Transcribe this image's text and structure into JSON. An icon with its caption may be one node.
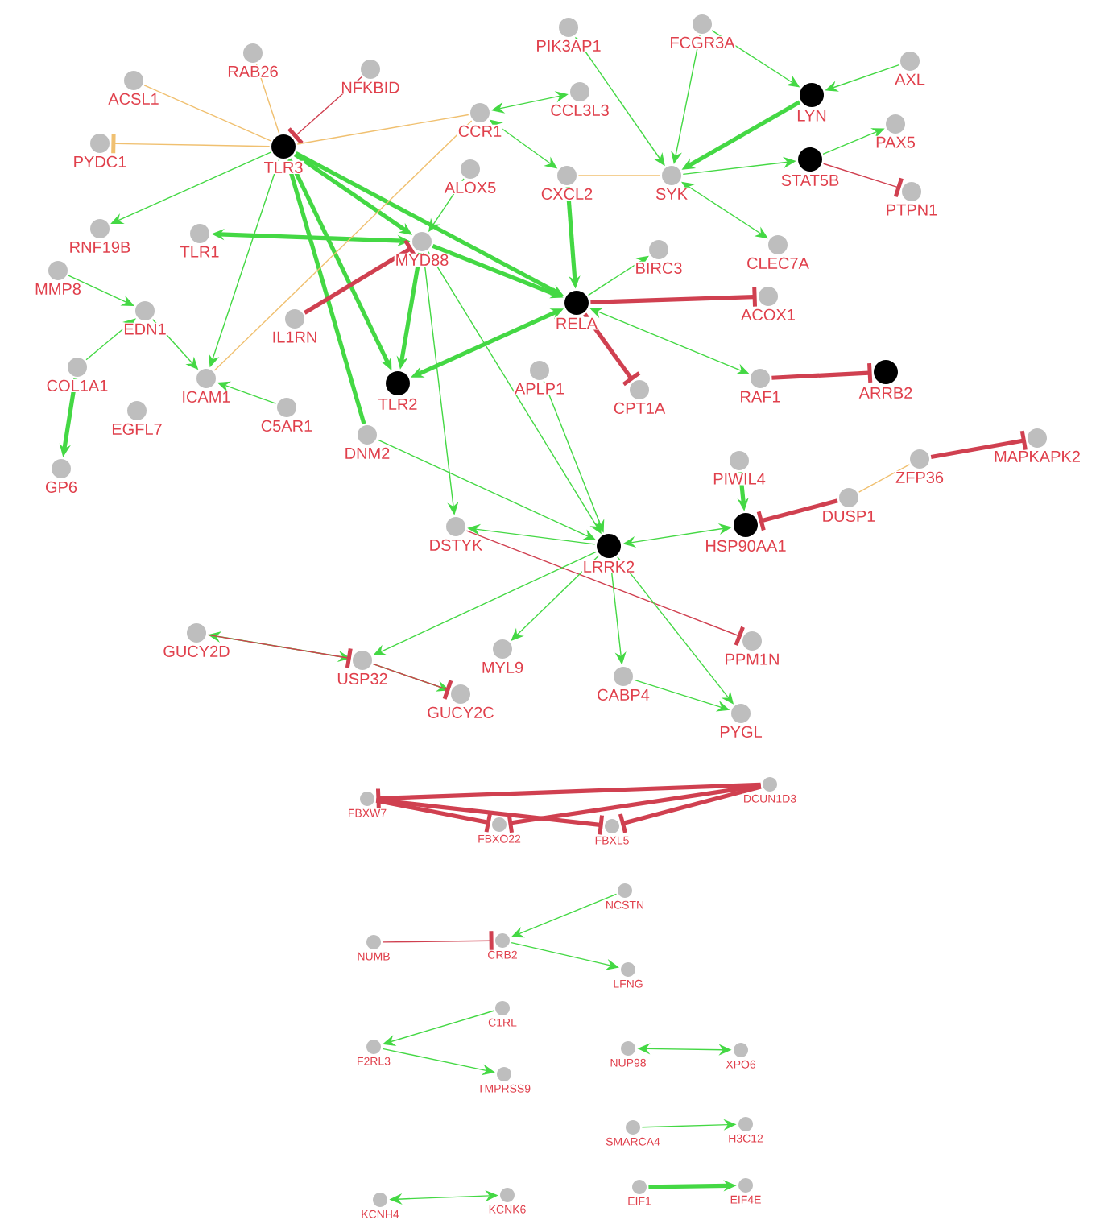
{
  "diagram": {
    "nodes": [
      {
        "text": [
          "ACSL1"
        ]
      },
      {
        "text": [
          "RAB26"
        ]
      },
      {
        "text": [
          "NFKBID"
        ]
      },
      {
        "text": [
          "PYDC1"
        ]
      },
      {
        "text": [
          "TLR3"
        ]
      },
      {
        "text": [
          "CCR1"
        ]
      },
      {
        "text": [
          "ALOX5"
        ]
      },
      {
        "text": [
          "RNF19B"
        ]
      },
      {
        "text": [
          "TLR1"
        ]
      },
      {
        "text": [
          "MYD88"
        ]
      },
      {
        "text": [
          "MMP8"
        ]
      },
      {
        "text": [
          "EDN1"
        ]
      },
      {
        "text": [
          "IL1RN"
        ]
      },
      {
        "text": [
          "TLR2"
        ]
      },
      {
        "text": [
          "COL1A1"
        ]
      },
      {
        "text": [
          "ICAM1"
        ]
      },
      {
        "text": [
          "APLP1"
        ]
      },
      {
        "text": [
          "EGFL7"
        ]
      },
      {
        "text": [
          "C5AR1"
        ]
      },
      {
        "text": [
          "DNM2"
        ]
      },
      {
        "text": [
          "GP6"
        ]
      },
      {
        "text": [
          "PIK3AP1"
        ]
      },
      {
        "text": [
          "FCGR3A"
        ]
      },
      {
        "text": [
          "CCL3L3"
        ]
      },
      {
        "text": [
          "LYN"
        ]
      },
      {
        "text": [
          "AXL"
        ]
      },
      {
        "text": [
          "CXCL2"
        ]
      },
      {
        "text": [
          "SYK"
        ]
      },
      {
        "text": [
          "STAT5B"
        ]
      },
      {
        "text": [
          "PAX5"
        ]
      },
      {
        "text": [
          "PTPN1"
        ]
      },
      {
        "text": [
          "CLEC7A"
        ]
      },
      {
        "text": [
          "BIRC3"
        ]
      },
      {
        "text": [
          "RELA"
        ]
      },
      {
        "text": [
          "ACOX1"
        ]
      },
      {
        "text": [
          "CPT1A"
        ]
      },
      {
        "text": [
          "RAF1"
        ]
      },
      {
        "text": [
          "ARRB2"
        ]
      },
      {
        "text": [
          "PIWIL4"
        ]
      },
      {
        "text": [
          "ZFP36"
        ]
      },
      {
        "text": [
          "MAPKAPK2"
        ]
      },
      {
        "text": [
          "DSTYK"
        ]
      },
      {
        "text": [
          "LRRK2"
        ]
      },
      {
        "text": [
          "HSP90AA1"
        ]
      },
      {
        "text": [
          "DUSP1"
        ]
      },
      {
        "text": [
          "GUCY2D"
        ]
      },
      {
        "text": [
          "USP32"
        ]
      },
      {
        "text": [
          "MYL9"
        ]
      },
      {
        "text": [
          "GUCY2C"
        ]
      },
      {
        "text": [
          "CABP4"
        ]
      },
      {
        "text": [
          "PPM1N"
        ]
      },
      {
        "text": [
          "PYGL"
        ]
      },
      {
        "text": [
          "FBXW7"
        ]
      },
      {
        "text": [
          "FBXO22"
        ]
      },
      {
        "text": [
          "FBXL5"
        ]
      },
      {
        "text": [
          "DCUN1D3"
        ]
      },
      {
        "text": [
          "NCSTN"
        ]
      },
      {
        "text": [
          "NUMB"
        ]
      },
      {
        "text": [
          "CRB2"
        ]
      },
      {
        "text": [
          "LFNG"
        ]
      },
      {
        "text": [
          "C1RL"
        ]
      },
      {
        "text": [
          "F2RL3"
        ]
      },
      {
        "text": [
          "TMPRSS9"
        ]
      },
      {
        "text": [
          "NUP98"
        ]
      },
      {
        "text": [
          "XPO6"
        ]
      },
      {
        "text": [
          "SMARCA4"
        ]
      },
      {
        "text": [
          "H3C12"
        ]
      },
      {
        "text": [
          "KCNH4"
        ]
      },
      {
        "text": [
          "KCNK6"
        ]
      },
      {
        "text": [
          "EIF1"
        ]
      },
      {
        "text": [
          "EIF4E"
        ]
      }
    ],
    "edges": [
      {
        "from": 4,
        "to": 0,
        "arrow": "none",
        "color": "#f0c070"
      },
      {
        "from": 4,
        "to": 1,
        "arrow": "none",
        "color": "#f0c070"
      },
      {
        "from": 2,
        "to": 4,
        "arrow": "other",
        "color": "#d04050"
      },
      {
        "from": 4,
        "to": 3,
        "arrow": "other",
        "color": "#f0c070"
      },
      {
        "from": 4,
        "to": 7,
        "arrow": "to"
      },
      {
        "from": 4,
        "to": 5,
        "arrow": "none",
        "color": "#f0c070"
      },
      {
        "from": 5,
        "to": 23,
        "arrow": "both"
      },
      {
        "from": 5,
        "to": 26,
        "arrow": "both"
      },
      {
        "from": 4,
        "to": 9,
        "arrow": "to",
        "style": "thick"
      },
      {
        "from": 4,
        "to": 33,
        "arrow": "to",
        "style": "thick"
      },
      {
        "from": 4,
        "to": 15,
        "arrow": "to"
      },
      {
        "from": 4,
        "to": 13,
        "arrow": "to",
        "style": "thick"
      },
      {
        "from": 19,
        "to": 4,
        "arrow": "to",
        "style": "thick"
      },
      {
        "from": 6,
        "to": 9,
        "arrow": "to"
      },
      {
        "from": 8,
        "to": 9,
        "arrow": "both",
        "style": "thick"
      },
      {
        "from": 12,
        "to": 9,
        "arrow": "other",
        "color": "#d04050",
        "style": "thick"
      },
      {
        "from": 9,
        "to": 13,
        "arrow": "to",
        "style": "thick"
      },
      {
        "from": 9,
        "to": 41,
        "arrow": "to"
      },
      {
        "from": 9,
        "to": 42,
        "arrow": "to"
      },
      {
        "from": 9,
        "to": 33,
        "arrow": "to",
        "style": "thick"
      },
      {
        "from": 33,
        "to": 13,
        "arrow": "both",
        "style": "thick"
      },
      {
        "from": 5,
        "to": 15,
        "arrow": "none",
        "color": "#f0c070"
      },
      {
        "from": 10,
        "to": 11,
        "arrow": "to"
      },
      {
        "from": 11,
        "to": 15,
        "arrow": "to"
      },
      {
        "from": 14,
        "to": 11,
        "arrow": "to"
      },
      {
        "from": 18,
        "to": 15,
        "arrow": "to"
      },
      {
        "from": 14,
        "to": 20,
        "arrow": "to",
        "style": "thick"
      },
      {
        "from": 21,
        "to": 27,
        "arrow": "both"
      },
      {
        "from": 22,
        "to": 27,
        "arrow": "to"
      },
      {
        "from": 22,
        "to": 24,
        "arrow": "to"
      },
      {
        "from": 25,
        "to": 24,
        "arrow": "to"
      },
      {
        "from": 24,
        "to": 27,
        "arrow": "to",
        "style": "thick"
      },
      {
        "from": 27,
        "to": 28,
        "arrow": "to"
      },
      {
        "from": 28,
        "to": 29,
        "arrow": "to"
      },
      {
        "from": 28,
        "to": 30,
        "arrow": "other",
        "color": "#d04050"
      },
      {
        "from": 27,
        "to": 31,
        "arrow": "both"
      },
      {
        "from": 27,
        "to": 26,
        "arrow": "none",
        "color": "#f0c070"
      },
      {
        "from": 26,
        "to": 33,
        "arrow": "to",
        "style": "thick"
      },
      {
        "from": 33,
        "to": 32,
        "arrow": "to"
      },
      {
        "from": 33,
        "to": 34,
        "arrow": "other",
        "color": "#d04050",
        "style": "thick"
      },
      {
        "from": 33,
        "to": 35,
        "arrow": "other",
        "color": "#d04050",
        "style": "thick"
      },
      {
        "from": 33,
        "to": 36,
        "arrow": "both"
      },
      {
        "from": 36,
        "to": 37,
        "arrow": "other",
        "color": "#d04050",
        "style": "thick"
      },
      {
        "from": 16,
        "to": 42,
        "arrow": "to"
      },
      {
        "from": 19,
        "to": 42,
        "arrow": "to"
      },
      {
        "from": 38,
        "to": 43,
        "arrow": "to",
        "style": "thick"
      },
      {
        "from": 44,
        "to": 43,
        "arrow": "other",
        "color": "#d04050",
        "style": "thick"
      },
      {
        "from": 44,
        "to": 39,
        "arrow": "none",
        "color": "#f0c070"
      },
      {
        "from": 39,
        "to": 40,
        "arrow": "other",
        "color": "#d04050",
        "style": "thick"
      },
      {
        "from": 42,
        "to": 43,
        "arrow": "both"
      },
      {
        "from": 42,
        "to": 41,
        "arrow": "to"
      },
      {
        "from": 41,
        "to": 50,
        "arrow": "other",
        "color": "#d04050"
      },
      {
        "from": 42,
        "to": 46,
        "arrow": "to"
      },
      {
        "from": 42,
        "to": 47,
        "arrow": "to"
      },
      {
        "from": 42,
        "to": 49,
        "arrow": "to"
      },
      {
        "from": 42,
        "to": 51,
        "arrow": "to"
      },
      {
        "from": 49,
        "to": 51,
        "arrow": "to"
      },
      {
        "from": 45,
        "to": 46,
        "arrow": "both"
      },
      {
        "from": 45,
        "to": 46,
        "arrow": "other",
        "color": "#d04050"
      },
      {
        "from": 46,
        "to": 48,
        "arrow": "to"
      },
      {
        "from": 46,
        "to": 48,
        "arrow": "other",
        "color": "#d04050"
      },
      {
        "from": 55,
        "to": 52,
        "arrow": "other",
        "color": "#d04050",
        "style": "thick"
      },
      {
        "from": 52,
        "to": 53,
        "arrow": "other",
        "color": "#d04050",
        "style": "thick"
      },
      {
        "from": 52,
        "to": 54,
        "arrow": "other",
        "color": "#d04050",
        "style": "thick"
      },
      {
        "from": 55,
        "to": 53,
        "arrow": "other",
        "color": "#d04050",
        "style": "thick"
      },
      {
        "from": 55,
        "to": 54,
        "arrow": "other",
        "color": "#d04050",
        "style": "thick"
      },
      {
        "from": 57,
        "to": 58,
        "arrow": "other",
        "color": "#d04050"
      },
      {
        "from": 56,
        "to": 58,
        "arrow": "to"
      },
      {
        "from": 58,
        "to": 59,
        "arrow": "to"
      },
      {
        "from": 60,
        "to": 61,
        "arrow": "to"
      },
      {
        "from": 61,
        "to": 62,
        "arrow": "to"
      },
      {
        "from": 63,
        "to": 64,
        "arrow": "both"
      },
      {
        "from": 65,
        "to": 66,
        "arrow": "to"
      },
      {
        "from": 67,
        "to": 68,
        "arrow": "both"
      },
      {
        "from": 69,
        "to": 70,
        "arrow": "to",
        "style": "thick"
      }
    ]
  }
}
